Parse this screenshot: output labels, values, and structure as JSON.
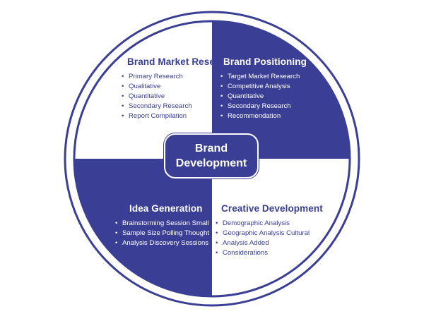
{
  "colors": {
    "navy": "#3a3f95",
    "white": "#ffffff"
  },
  "center": {
    "line1": "Brand",
    "line2": "Development"
  },
  "quadrants": {
    "top_left": {
      "title": "Brand Market Research",
      "items": [
        "Primary Research",
        "Qualitative",
        "Quantitative",
        "Secondary Research",
        "Report Compilation"
      ]
    },
    "top_right": {
      "title": "Brand Positioning",
      "items": [
        "Target Market Research",
        "Competitive Analysis",
        "Quantitative",
        "Secondary Research",
        "Recommendation"
      ]
    },
    "bottom_left": {
      "title": "Idea Generation",
      "items": [
        "Brainstorming Session Small",
        "Sample Size Polling Thought",
        "Analysis Discovery Sessions"
      ]
    },
    "bottom_right": {
      "title": "Creative Development",
      "items": [
        "Demographic Analysis",
        "Geographic Analysis Cultural",
        "Analysis Added",
        "Considerations"
      ]
    }
  }
}
